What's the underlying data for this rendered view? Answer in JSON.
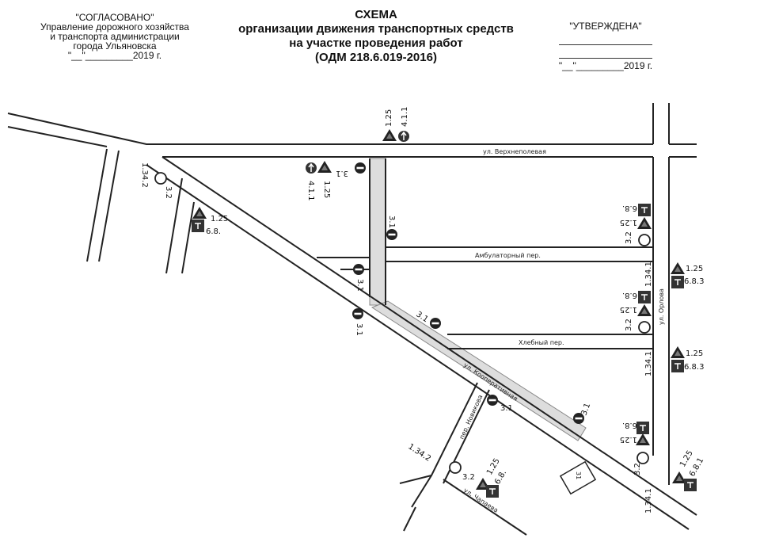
{
  "header": {
    "approved_left": {
      "title": "\"СОГЛАСОВАНО\"",
      "line1": "Управление дорожного хозяйства",
      "line2": "и транспорта администрации",
      "line3": "города Ульяновска",
      "date": "\"__\"_________2019 г."
    },
    "title": "СХЕМА",
    "subtitle1": "организации движения транспортных средств",
    "subtitle2": "на участке проведения работ",
    "subtitle3": "(ОДМ 218.6.019-2016)",
    "approved_right": {
      "title": "\"УТВЕРЖДЕНА\"",
      "date": "\"__\"_________2019 г."
    }
  },
  "streets": {
    "verkhnepolevaya": "ул. Верхнеполевая",
    "ambulatorny": "Амбулаторный пер.",
    "khlebny": "Хлебный пер.",
    "orlova": "ул. Орлова",
    "kooperativnaya": "ул. Кооперативная",
    "novikova": "пер. Новикова",
    "chapaeva": "ул. Чапаева"
  },
  "building": "31",
  "signs": {
    "s125": "1.25",
    "s411": "4.1.1",
    "s31": "3.1",
    "s32": "3.2",
    "s68": "6.8.",
    "s683": "6.8.3",
    "s681": "6.8.1",
    "m1341": "1.34.1",
    "m1342": "1.34.2"
  }
}
